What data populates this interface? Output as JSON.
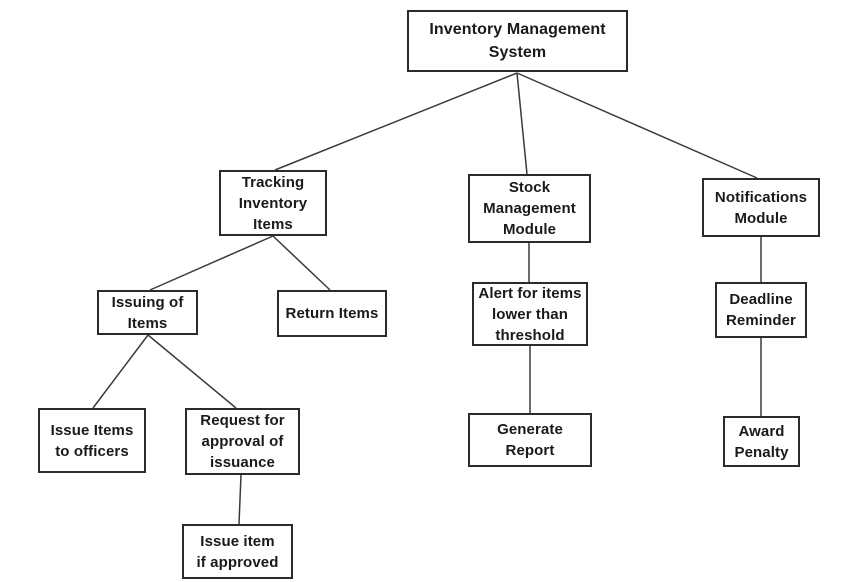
{
  "diagram": {
    "type": "tree",
    "colors": {
      "background": "#ffffff",
      "box_border": "#2b2b2b",
      "text": "#1a1a1a",
      "line": "#3a3a3a"
    },
    "nodes": {
      "root": {
        "label": "Inventory Management\nSystem"
      },
      "tracking": {
        "label": "Tracking\nInventory\nItems"
      },
      "stock": {
        "label": "Stock\nManagement\nModule"
      },
      "notifications": {
        "label": "Notifications\nModule"
      },
      "issuing": {
        "label": "Issuing of\nItems"
      },
      "return_items": {
        "label": "Return Items"
      },
      "alert": {
        "label": "Alert for items\nlower than\nthreshold"
      },
      "deadline": {
        "label": "Deadline\nReminder"
      },
      "issue_to_officers": {
        "label": "Issue Items\nto officers"
      },
      "request_approval": {
        "label": "Request for\napproval of\nissuance"
      },
      "generate_report": {
        "label": "Generate\nReport"
      },
      "award_penalty": {
        "label": "Award\nPenalty"
      },
      "issue_if_approved": {
        "label": "Issue item\nif approved"
      }
    },
    "edges": [
      {
        "from": "root",
        "to": "tracking"
      },
      {
        "from": "root",
        "to": "stock"
      },
      {
        "from": "root",
        "to": "notifications"
      },
      {
        "from": "tracking",
        "to": "issuing"
      },
      {
        "from": "tracking",
        "to": "return_items"
      },
      {
        "from": "issuing",
        "to": "issue_to_officers"
      },
      {
        "from": "issuing",
        "to": "request_approval"
      },
      {
        "from": "request_approval",
        "to": "issue_if_approved"
      },
      {
        "from": "stock",
        "to": "alert"
      },
      {
        "from": "alert",
        "to": "generate_report"
      },
      {
        "from": "notifications",
        "to": "deadline"
      },
      {
        "from": "deadline",
        "to": "award_penalty"
      }
    ]
  }
}
